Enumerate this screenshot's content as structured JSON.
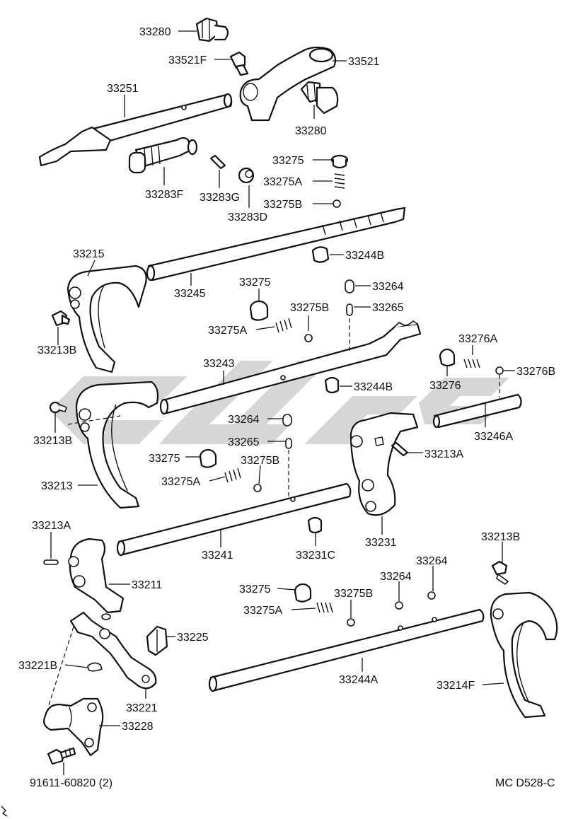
{
  "diagram": {
    "callouts": {
      "c33280a": "33280",
      "c33521f": "33521F",
      "c33521": "33521",
      "c33251": "33251",
      "c33280b": "33280",
      "c33275a": "33275",
      "c33275a_a": "33275A",
      "c33275b_a": "33275B",
      "c33283f": "33283F",
      "c33283g": "33283G",
      "c33283d": "33283D",
      "c33215": "33215",
      "c33244b_a": "33244B",
      "c33245": "33245",
      "c33275b": "33275",
      "c33264a": "33264",
      "c33275b_b": "33275B",
      "c33265a": "33265",
      "c33275a_b": "33275A",
      "c33213b_a": "33213B",
      "c33276a": "33276A",
      "c33243": "33243",
      "c33244b_b": "33244B",
      "c33276b": "33276B",
      "c33276": "33276",
      "c33213b_b": "33213B",
      "c33264b": "33264",
      "c33246a": "33246A",
      "c33265b": "33265",
      "c33213a_a": "33213A",
      "c33275c": "33275",
      "c33275b_c": "33275B",
      "c33275a_c": "33275A",
      "c33213": "33213",
      "c33213a_b": "33213A",
      "c33231": "33231",
      "c33241": "33241",
      "c33231c": "33231C",
      "c33213b_c": "33213B",
      "c33211": "33211",
      "c33264c": "33264",
      "c33264d": "33264",
      "c33275d": "33275",
      "c33275b_d": "33275B",
      "c33275a_d": "33275A",
      "c33225": "33225",
      "c33221b": "33221B",
      "c33244a": "33244A",
      "c33214f": "33214F",
      "c33221": "33221",
      "c33228": "33228",
      "c91611": "91611-60820 (2)",
      "code": "MC D528-C"
    }
  }
}
